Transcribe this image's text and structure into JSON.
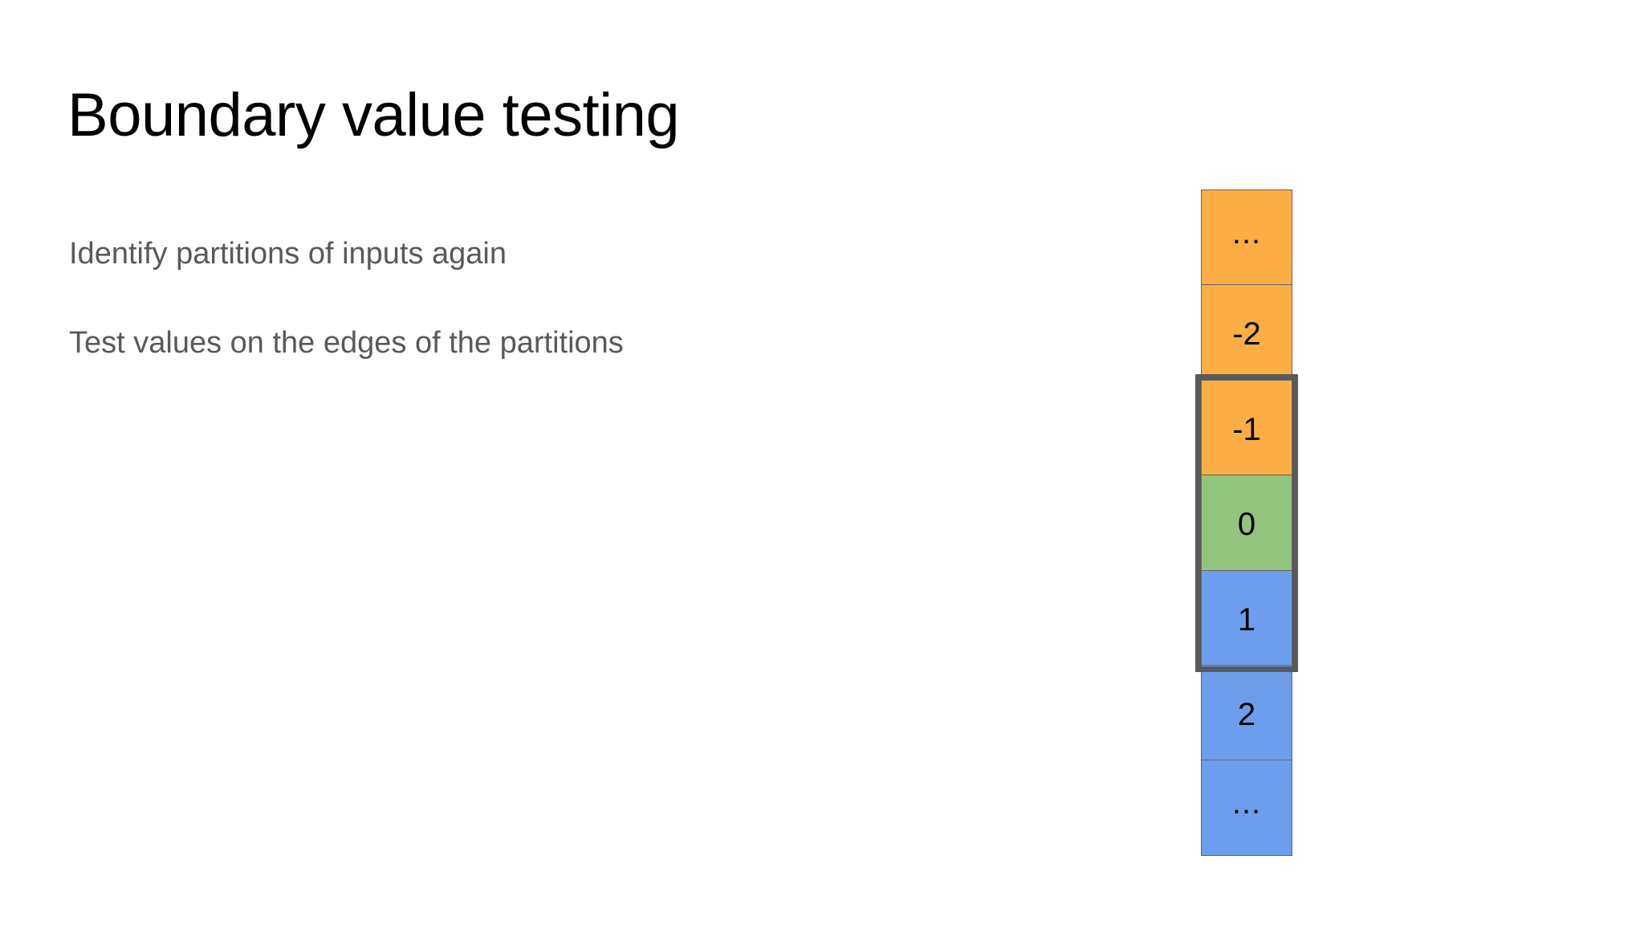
{
  "slide": {
    "title": "Boundary value testing",
    "body_lines": [
      "Identify partitions of inputs again",
      "Test values on the edges of the partitions"
    ]
  },
  "colors": {
    "title_text": "#000000",
    "body_text": "#595959",
    "orange": "#fbae44",
    "green": "#93c47d",
    "blue": "#6d9eeb",
    "cell_border": "#666666",
    "highlight_border": "#595959",
    "background": "#ffffff"
  },
  "diagram": {
    "type": "partition-column",
    "cells": [
      {
        "label": "...",
        "color_name": "orange",
        "partition": "negative",
        "highlighted": false
      },
      {
        "label": "-2",
        "color_name": "orange",
        "partition": "negative",
        "highlighted": false
      },
      {
        "label": "-1",
        "color_name": "orange",
        "partition": "negative",
        "highlighted": true
      },
      {
        "label": "0",
        "color_name": "green",
        "partition": "zero",
        "highlighted": true
      },
      {
        "label": "1",
        "color_name": "blue",
        "partition": "positive",
        "highlighted": true
      },
      {
        "label": "2",
        "color_name": "blue",
        "partition": "positive",
        "highlighted": false
      },
      {
        "label": "...",
        "color_name": "blue",
        "partition": "positive",
        "highlighted": false
      }
    ],
    "highlight": {
      "start_index": 2,
      "end_index": 4,
      "description": "boundary values -1, 0, 1"
    }
  }
}
